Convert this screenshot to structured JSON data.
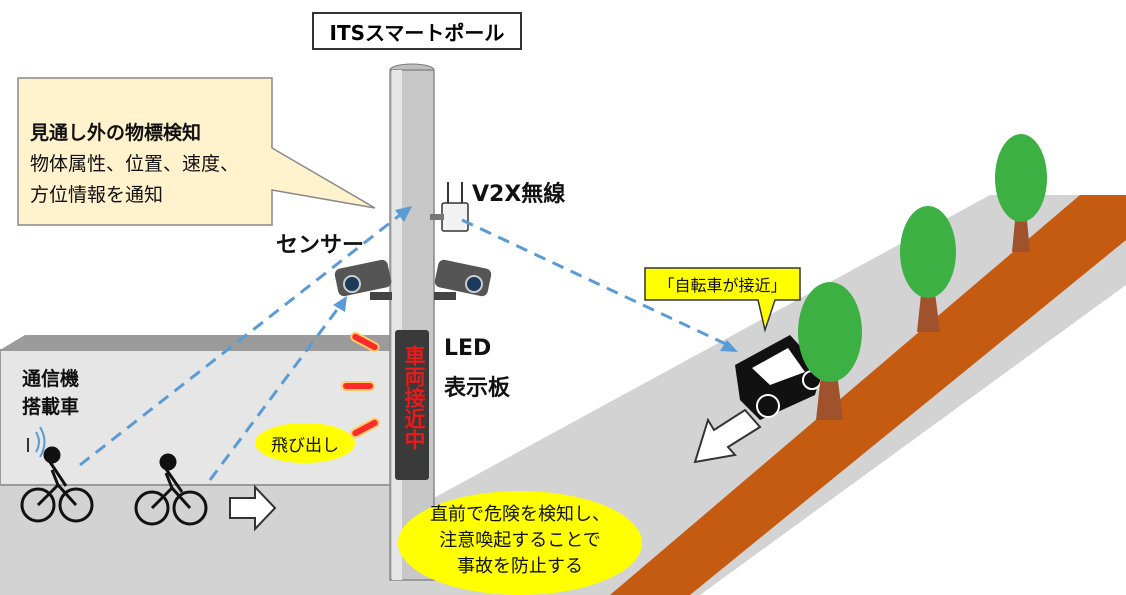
{
  "title": "ITSスマートポール",
  "callout": {
    "heading": "見通し外の物標検知",
    "line1": "物体属性、位置、速度、",
    "line2": "方位情報を通知"
  },
  "labels": {
    "v2x": "V2X無線",
    "sensor": "センサー",
    "led_line1": "LED",
    "led_line2": "表示板",
    "led_display": "車両接近中",
    "vehicle_line1": "通信機",
    "vehicle_line2": "搭載車",
    "jump_out": "飛び出し",
    "car_alert": "「自転車が接近」"
  },
  "bottom_message": {
    "line1": "直前で危険を検知し、",
    "line2": "注意喚起することで",
    "line3": "事故を防止する"
  },
  "colors": {
    "road": "#d4d4d4",
    "bike_lane": "#c55a11",
    "tree_green": "#3cb043",
    "trunk": "#a0522d",
    "callout_fill": "#fff2cc",
    "ellipse_yellow": "#ffff00",
    "arrow_dash": "#5b9bd5",
    "led_red": "#ff2020"
  }
}
